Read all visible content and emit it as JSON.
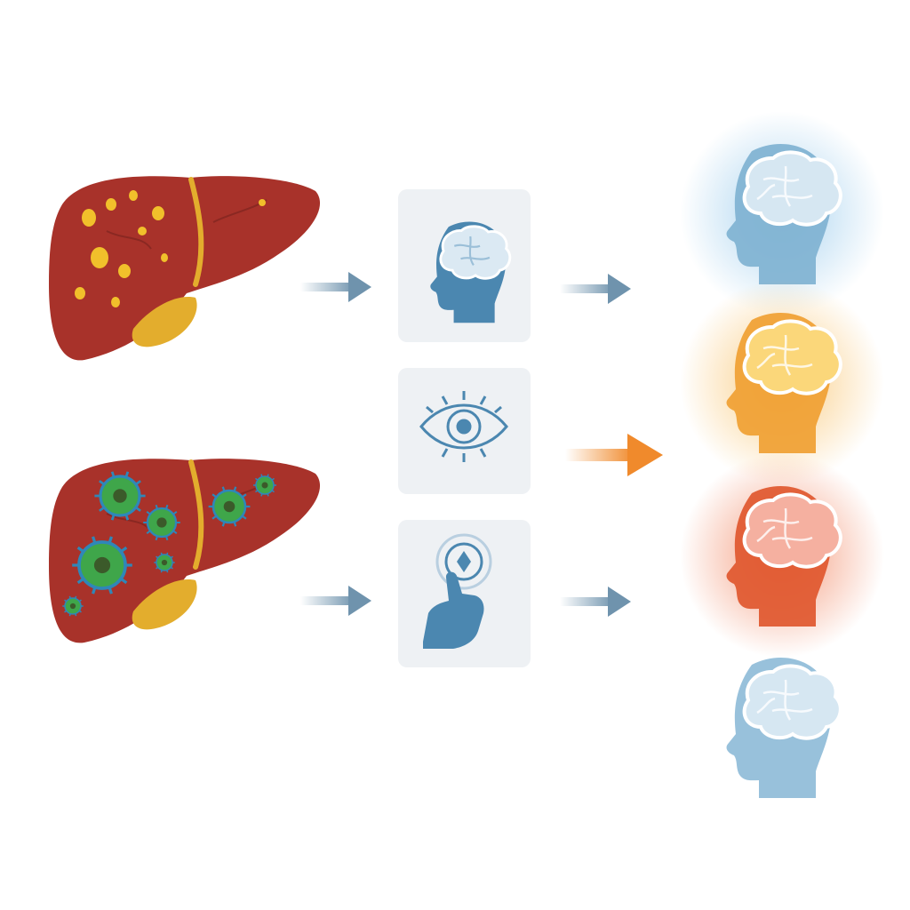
{
  "diagram": {
    "livers": [
      {
        "id": "fatty-liver",
        "icon": "fatty-liver-icon",
        "lesion": "fat-deposits"
      },
      {
        "id": "infected-liver",
        "icon": "virus-infected-liver-icon",
        "lesion": "viruses"
      }
    ],
    "symptom_cards": [
      {
        "id": "cognition",
        "icon": "head-brain-icon"
      },
      {
        "id": "vision",
        "icon": "eye-icon"
      },
      {
        "id": "motor",
        "icon": "pointing-hand-icon"
      }
    ],
    "brain_states": [
      {
        "id": "healthy",
        "icon": "healthy-brain-head-icon",
        "color": "#7fb2d1",
        "glow": "#8ec5ea"
      },
      {
        "id": "mild",
        "icon": "mild-brain-head-icon",
        "color": "#f0a032",
        "glow": "#f8c065"
      },
      {
        "id": "severe",
        "icon": "severe-brain-head-icon",
        "color": "#e0572e",
        "glow": "#f07a52"
      },
      {
        "id": "normal",
        "icon": "normal-brain-head-icon",
        "color": "#8fbcd8",
        "glow": "#ffffff"
      }
    ],
    "colors": {
      "liver": "#a8322a",
      "liver_dark": "#7e2420",
      "gallbladder": "#e3ad2d",
      "fat": "#f1c02b",
      "virus": "#3fa64a",
      "virus_ring": "#2f87b8",
      "card_icon": "#4b87b0",
      "arrow_blue": "#6f93ad",
      "arrow_orange": "#f08a2c"
    }
  }
}
